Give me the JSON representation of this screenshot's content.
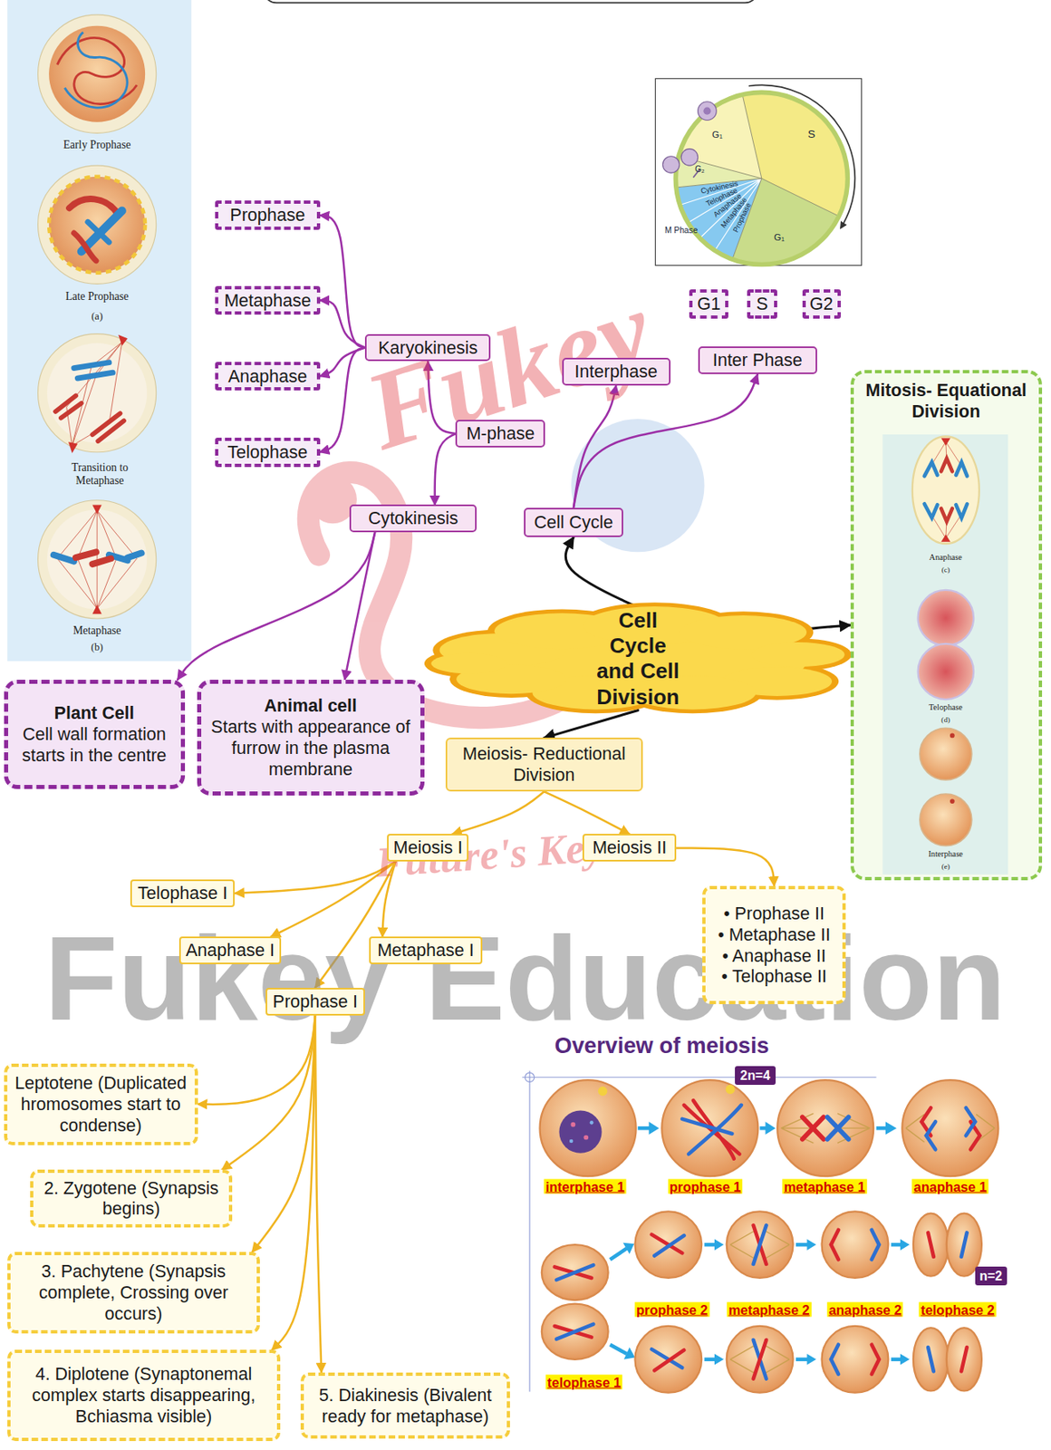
{
  "diagram": {
    "nodes": [
      {
        "text": [
          "Prophase"
        ]
      },
      {
        "text": [
          "Metaphase"
        ]
      },
      {
        "text": [
          "Anaphase"
        ]
      },
      {
        "text": [
          "Telophase"
        ]
      },
      {
        "text": [
          "Karyokinesis"
        ]
      },
      {
        "text": [
          "M-phase"
        ]
      },
      {
        "text": [
          "Cytokinesis"
        ]
      },
      {
        "text": [
          "Plant Cell",
          "Cell wall formation starts in the centre"
        ]
      },
      {
        "text": [
          "Animal cell",
          "Starts with appearance of furrow in the plasma membrane"
        ]
      },
      {
        "text": [
          "Cell Cycle"
        ]
      },
      {
        "text": [
          "Interphase"
        ]
      },
      {
        "text": [
          "Inter Phase"
        ]
      },
      {
        "text": [
          "G1"
        ]
      },
      {
        "text": [
          "S"
        ]
      },
      {
        "text": [
          "G2"
        ]
      },
      {
        "text": [
          "Cell Cycle and Cell Division"
        ]
      },
      {
        "text": [
          "Mitosis- Equational Division"
        ]
      },
      {
        "text": [
          "Meiosis- Reductional Division"
        ]
      },
      {
        "text": [
          "Meiosis I"
        ]
      },
      {
        "text": [
          "Meiosis II"
        ]
      },
      {
        "text": [
          "Telophase I"
        ]
      },
      {
        "text": [
          "Anaphase I"
        ]
      },
      {
        "text": [
          "Metaphase I"
        ]
      },
      {
        "text": [
          "Prophase I"
        ]
      },
      {
        "text": [
          "• Prophase II",
          "• Metaphase II",
          "• Anaphase II",
          "• Telophase II"
        ]
      },
      {
        "text": [
          "Leptotene (Duplicated hromosomes start to condense)"
        ]
      },
      {
        "text": [
          "2. Zygotene (Synapsis begins)"
        ]
      },
      {
        "text": [
          "3. Pachytene (Synapsis complete, Crossing over occurs)"
        ]
      },
      {
        "text": [
          "4. Diplotene (Synaptonemal complex starts disappearing, Bchiasma visible)"
        ]
      },
      {
        "text": [
          "5. Diakinesis (Bivalent ready for metaphase)"
        ]
      },
      {
        "text": [
          "2n=4"
        ]
      },
      {
        "text": [
          "n=2"
        ]
      }
    ],
    "edges": [
      {
        "from": 15,
        "to": 9,
        "arrow": "to"
      },
      {
        "from": 15,
        "to": 16,
        "arrow": "to"
      },
      {
        "from": 15,
        "to": 17,
        "arrow": "to"
      },
      {
        "from": 9,
        "to": 10,
        "arrow": "to"
      },
      {
        "from": 9,
        "to": 11,
        "arrow": "to"
      },
      {
        "from": 5,
        "to": 4,
        "arrow": "to"
      },
      {
        "from": 5,
        "to": 6,
        "arrow": "to"
      },
      {
        "from": 4,
        "to": 0,
        "arrow": "to"
      },
      {
        "from": 4,
        "to": 1,
        "arrow": "to"
      },
      {
        "from": 4,
        "to": 2,
        "arrow": "to"
      },
      {
        "from": 4,
        "to": 3,
        "arrow": "to"
      },
      {
        "from": 6,
        "to": 7,
        "arrow": "to"
      },
      {
        "from": 6,
        "to": 8,
        "arrow": "to"
      },
      {
        "from": 17,
        "to": 18,
        "arrow": "to"
      },
      {
        "from": 17,
        "to": 19,
        "arrow": "to"
      },
      {
        "from": 18,
        "to": 20,
        "arrow": "to"
      },
      {
        "from": 18,
        "to": 21,
        "arrow": "to"
      },
      {
        "from": 18,
        "to": 22,
        "arrow": "to"
      },
      {
        "from": 18,
        "to": 23,
        "arrow": "to"
      },
      {
        "from": 19,
        "to": 24,
        "arrow": "to"
      },
      {
        "from": 23,
        "to": 25,
        "arrow": "to"
      },
      {
        "from": 23,
        "to": 26,
        "arrow": "to"
      },
      {
        "from": 23,
        "to": 27,
        "arrow": "to"
      },
      {
        "from": 23,
        "to": 28,
        "arrow": "to"
      },
      {
        "from": 23,
        "to": 29,
        "arrow": "to"
      }
    ],
    "labels": [
      "Early Prophase",
      "Late Prophase",
      "(a)",
      "Transition to Metaphase",
      "Metaphase",
      "(b)",
      "G₁",
      "S",
      "G₂",
      "G₁",
      "Cytokinesis",
      "Telophase",
      "Anaphase",
      "Metaphase",
      "Prophase",
      "M Phase",
      "Anaphase",
      "(c)",
      "Telophase",
      "(d)",
      "Interphase",
      "(e)",
      "Overview of meiosis",
      "interphase 1",
      "prophase 1",
      "metaphase 1",
      "anaphase 1",
      "prophase 2",
      "metaphase 2",
      "anaphase 2",
      "telophase 2",
      "telophase 1",
      "Fukey",
      "Future's Key",
      "Fukey Education"
    ]
  }
}
